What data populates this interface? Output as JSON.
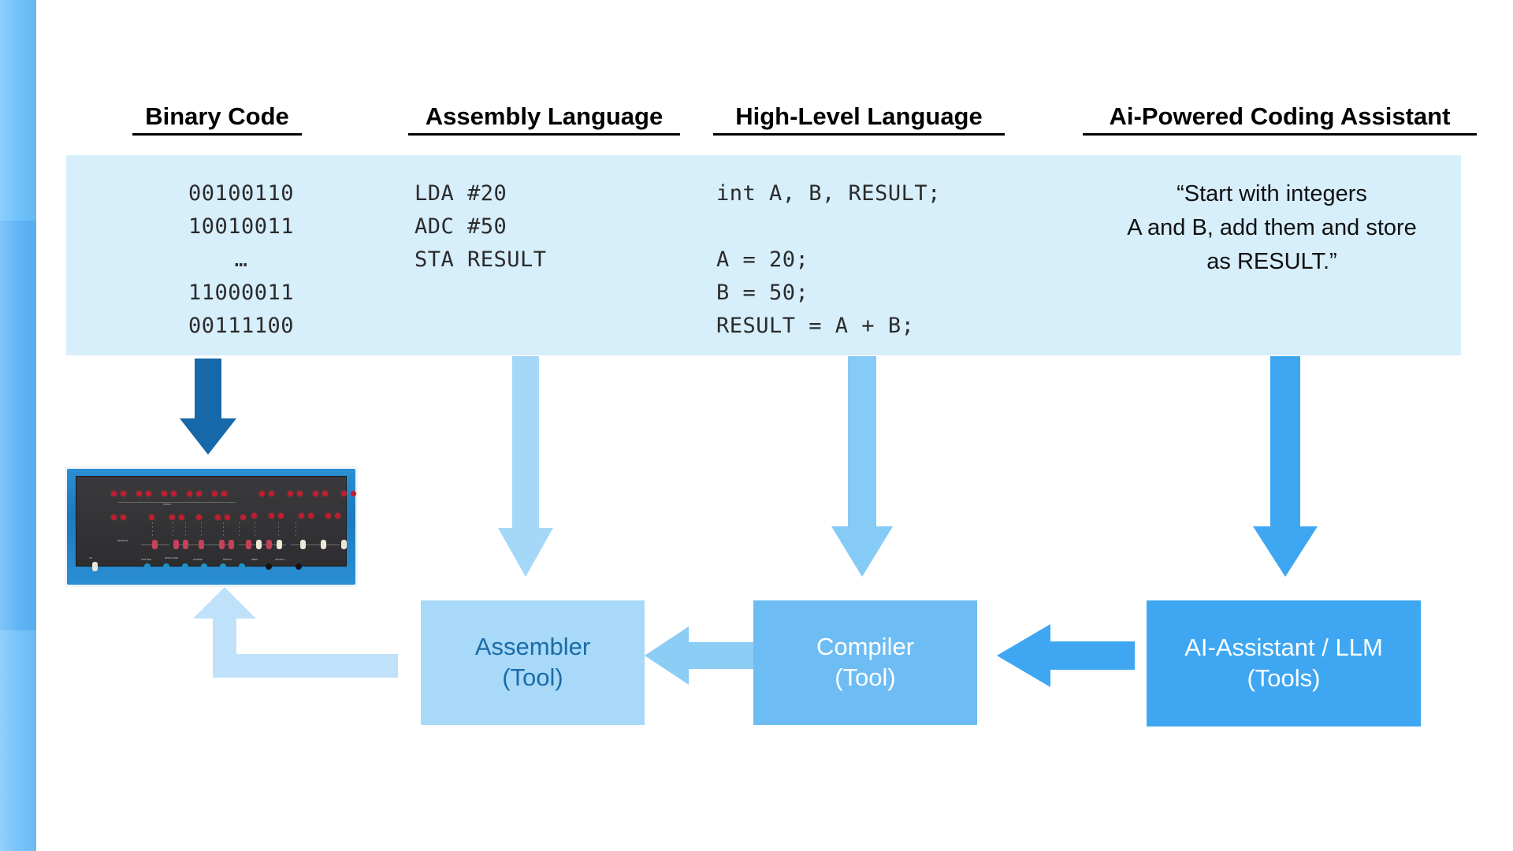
{
  "headings": {
    "binary": "Binary Code",
    "assembly": "Assembly Language",
    "high_level": "High-Level Language",
    "ai": "Ai-Powered Coding Assistant"
  },
  "code": {
    "binary_lines": [
      "00100110",
      "10010011",
      "…",
      "11000011",
      "00111100"
    ],
    "assembly_lines": [
      "LDA #20",
      "ADC #50",
      "STA RESULT"
    ],
    "high_level_lines": [
      "int A, B, RESULT;",
      "",
      "A = 20;",
      "B = 50;",
      "RESULT = A + B;"
    ],
    "ai_prompt_lines": [
      "“Start with integers",
      "A and B, add them and store",
      "as RESULT.”"
    ]
  },
  "boxes": {
    "assembler": {
      "title": "Assembler",
      "subtitle": "(Tool)"
    },
    "compiler": {
      "title": "Compiler",
      "subtitle": "(Tool)"
    },
    "ai_assistant": {
      "title": "AI-Assistant / LLM",
      "subtitle": "(Tools)"
    }
  },
  "icons": {
    "arrow_binary": "arrow-down-icon",
    "arrow_assembly": "arrow-down-icon",
    "arrow_high": "arrow-down-icon",
    "arrow_ai": "arrow-down-icon",
    "arrow_compiler_to_assembler": "arrow-left-icon",
    "arrow_ai_to_compiler": "arrow-left-icon",
    "arrow_feedback": "arrow-elbow-up-icon",
    "computer": "vintage-computer-front-panel-icon"
  },
  "colors": {
    "panel_background": "#d7eefb",
    "arrow_dark_blue": "#1668a8",
    "arrow_pale_blue": "#a5d8f8",
    "arrow_medium_blue": "#85cbf5",
    "arrow_bright_blue": "#3fa7f2",
    "box_assembler_fill": "#a8d9f8",
    "box_assembler_text": "#1b6ca8",
    "box_compiler_fill": "#6dbcf4",
    "box_ai_fill": "#3fa7f2",
    "sidebar_blue": "#5eb4f7"
  }
}
